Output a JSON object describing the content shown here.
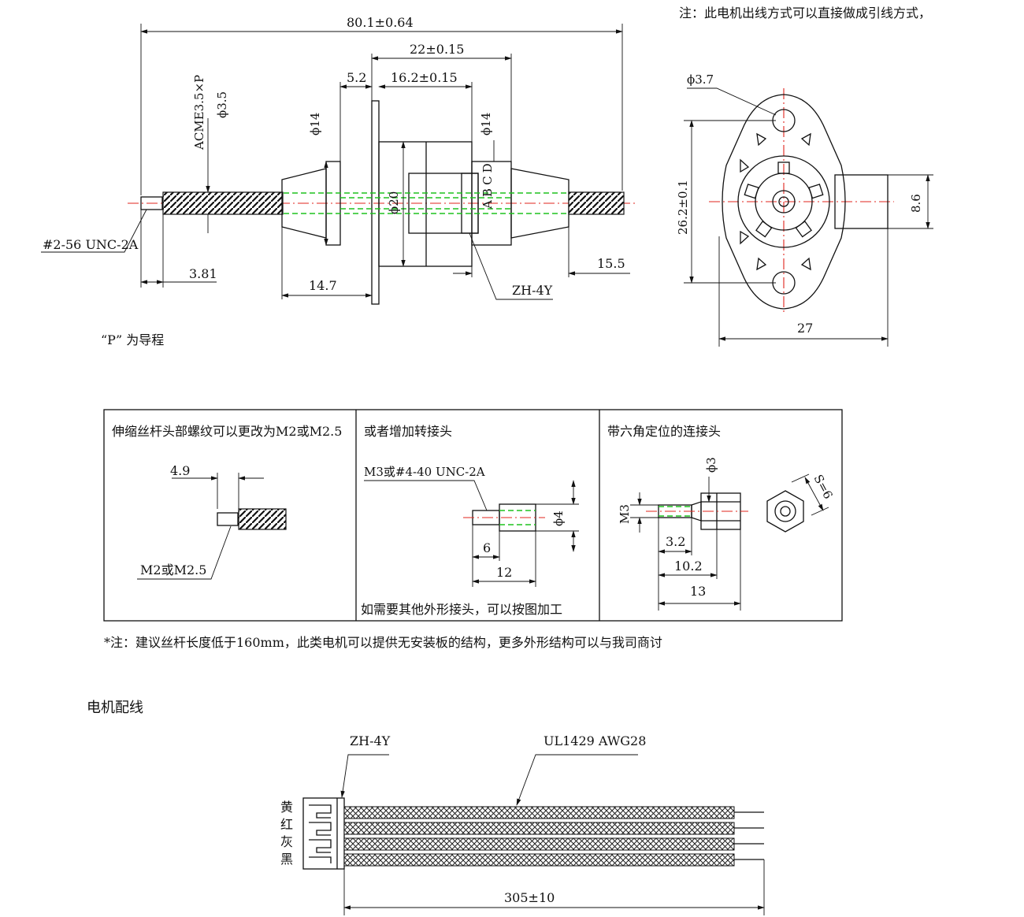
{
  "notes": {
    "lead_out": "注：此电机出线方式可以直接做成引线方式，",
    "pitch": "“P” 为导程",
    "bottom": "*注：建议丝杆长度低于160mm，此类电机可以提供无安装板的结构，更多外形结构可以与我司商讨"
  },
  "main_view": {
    "overall": "80.1±0.64",
    "body_len": "22±0.15",
    "inner_len": "16.2±0.15",
    "flange_offset": "5.2",
    "acme": "ACME3.5×P",
    "phi_screw": "ϕ3.5",
    "phi_left": "ϕ14",
    "phi_right": "ϕ14",
    "phi_body": "ϕ20",
    "tip_thread": "#2-56 UNC-2A",
    "tip_len": "3.81",
    "left_len": "14.7",
    "right_len": "15.5",
    "connector": "ZH-4Y",
    "pins": [
      "A",
      "B",
      "C",
      "D"
    ]
  },
  "side_view": {
    "hole": "ϕ3.7",
    "hole_spacing": "26.2±0.1",
    "connector_height": "8.6",
    "width": "27"
  },
  "options": {
    "col1": {
      "title": "伸缩丝杆头部螺纹可以更改为M2或M2.5",
      "len": "4.9",
      "label": "M2或M2.5"
    },
    "col2": {
      "title": "或者增加转接头",
      "thread": "M3或#4-40 UNC-2A",
      "phi": "ϕ4",
      "len_a": "6",
      "len_b": "12",
      "note": "如需要其他外形接头，可以按图加工"
    },
    "col3": {
      "title": "带六角定位的连接头",
      "phi": "ϕ3",
      "thread": "M3",
      "s": "S=6",
      "len_a": "3.2",
      "len_b": "10.2",
      "len_c": "13"
    }
  },
  "wiring": {
    "title": "电机配线",
    "connector": "ZH-4Y",
    "cable": "UL1429 AWG28",
    "colors": [
      "黄",
      "红",
      "灰",
      "黑"
    ],
    "length": "305±10"
  },
  "palette": {
    "centerline": "#e0241c",
    "hidden": "#1fc21f",
    "line": "#111111"
  }
}
